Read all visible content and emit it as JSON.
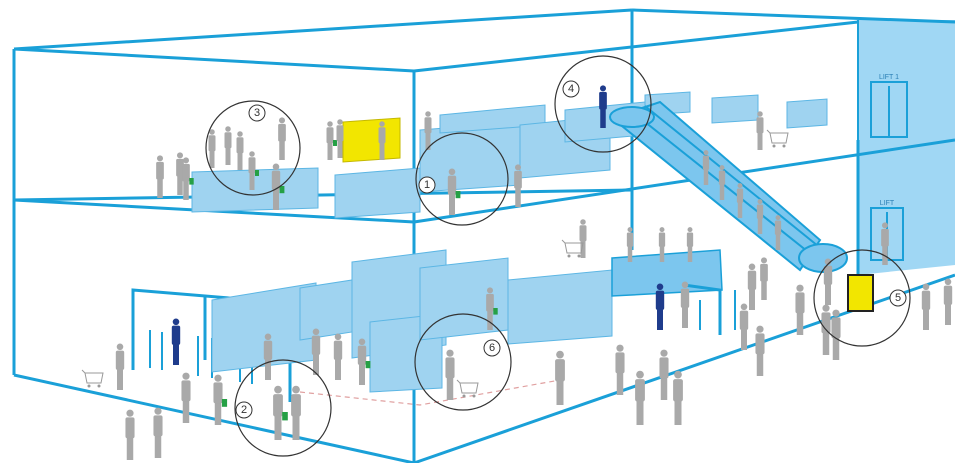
{
  "colors": {
    "frame": "#1aa0d8",
    "shelf_fill": "#9fd3f0",
    "shelf_edge": "#5cb6e4",
    "person": "#a9a9a9",
    "staff": "#1f3c8c",
    "bag": "#25a045",
    "yellow_display": "#f2e600",
    "counter": "#7cc6ee",
    "callout_stroke": "#333333"
  },
  "lifts": [
    {
      "label": "LIFT 1",
      "floor": "upper"
    },
    {
      "label": "LIFT",
      "floor": "lower"
    }
  ],
  "callouts": [
    {
      "number": "1",
      "icon": "shoppers-at-shelves"
    },
    {
      "number": "2",
      "icon": "shoppers-with-bags-at-entrance"
    },
    {
      "number": "3",
      "icon": "checkout-counter-queue"
    },
    {
      "number": "4",
      "icon": "staff-at-escalator-top"
    },
    {
      "number": "5",
      "icon": "yellow-digital-sign"
    },
    {
      "number": "6",
      "icon": "shopper-with-trolley"
    }
  ]
}
